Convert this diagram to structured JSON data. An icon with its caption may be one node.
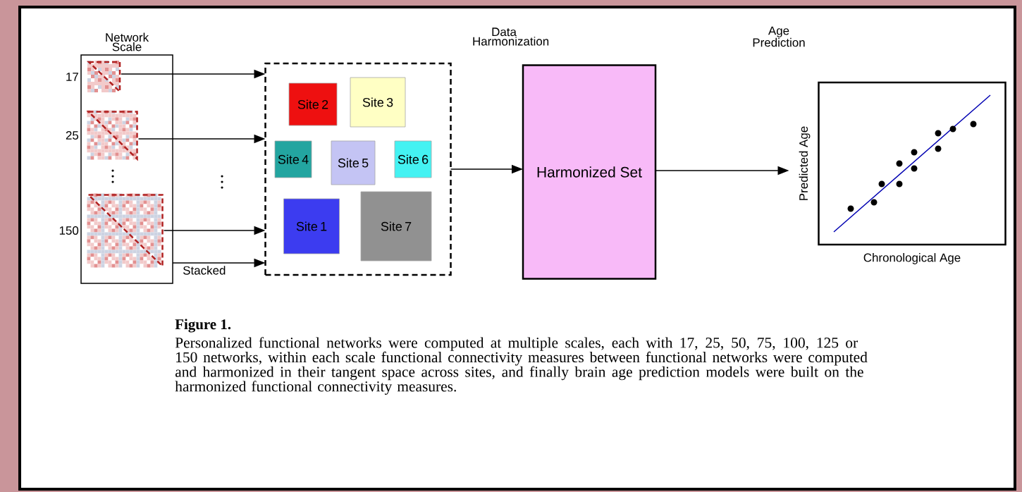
{
  "diagram": {
    "title": "Figure 1.",
    "caption": "Personalized functional networks were computed at multiple scales, each with 17, 25, 50, 75, 100, 125 or 150 networks, within each scale functional connectivity measures between functional networks were computed and harmonized in their tangent space across sites, and finally brain age prediction models were built on the harmonized functional connectivity measures.",
    "nodes": [
      {
        "text": [
          "Network Scale"
        ]
      },
      {
        "text": [],
        "shape": "picture",
        "in": 0,
        "beside": [
          "17"
        ]
      },
      {
        "text": [],
        "shape": "picture",
        "in": 0,
        "beside": [
          "25"
        ]
      },
      {
        "text": [],
        "shape": "picture",
        "in": 0,
        "beside": [
          "150"
        ]
      },
      {
        "text": [],
        "shape": "box"
      },
      {
        "text": [
          "Site 2"
        ],
        "in": 4
      },
      {
        "text": [
          "Site 3"
        ],
        "in": 4
      },
      {
        "text": [
          "Site 4"
        ],
        "in": 4
      },
      {
        "text": [
          "Site 5"
        ],
        "in": 4
      },
      {
        "text": [
          "Site 6"
        ],
        "in": 4
      },
      {
        "text": [
          "Site 1"
        ],
        "in": 4
      },
      {
        "text": [
          "Site 7"
        ],
        "in": 4
      },
      {
        "text": [
          "Harmonized Set"
        ]
      },
      {
        "text": [
          "Predicted Age",
          "Chronological Age"
        ]
      }
    ],
    "edges": [
      {
        "from": 1,
        "to": 4,
        "arrow": "to"
      },
      {
        "from": 2,
        "to": 4,
        "arrow": "to"
      },
      {
        "from": 3,
        "to": 4,
        "arrow": "to"
      },
      {
        "from": 0,
        "to": 4,
        "arrow": "to",
        "label": "Stacked"
      },
      {
        "from": 4,
        "to": 12,
        "arrow": "to"
      },
      {
        "from": 12,
        "to": 13,
        "arrow": "to"
      }
    ],
    "labels": [
      "Data Harmonization",
      "Age Prediction"
    ]
  }
}
